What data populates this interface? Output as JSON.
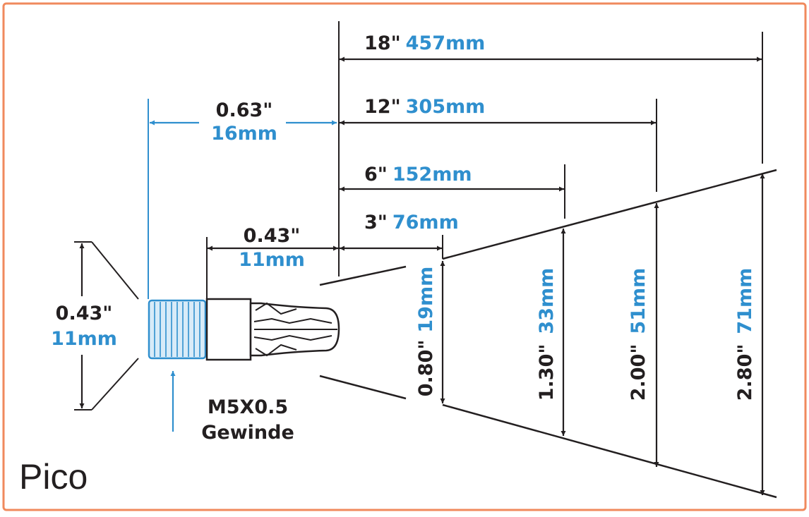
{
  "colors": {
    "frame": "#f08a5d",
    "ink": "#231f20",
    "blue": "#2f8fce",
    "nozzle_fill": "#ffffff",
    "thread_fill": "#d8ebf8"
  },
  "title": "Pico",
  "thread": {
    "line1": "M5X0.5",
    "line2": "Gewinde"
  },
  "dims": {
    "d_457": {
      "in": "18\"",
      "mm": "457mm"
    },
    "d_305": {
      "in": "12\"",
      "mm": "305mm"
    },
    "d_152": {
      "in": "6\"",
      "mm": "152mm"
    },
    "d_76": {
      "in": "3\"",
      "mm": "76mm"
    },
    "d_16": {
      "in": "0.63\"",
      "mm": "16mm"
    },
    "d_11h": {
      "in": "0.43\"",
      "mm": "11mm"
    },
    "d_11v": {
      "in": "0.43\"",
      "mm": "11mm"
    },
    "w_19": {
      "in": "0.80\"",
      "mm": "19mm"
    },
    "w_33": {
      "in": "1.30\"",
      "mm": "33mm"
    },
    "w_51": {
      "in": "2.00\"",
      "mm": "51mm"
    },
    "w_71": {
      "in": "2.80\"",
      "mm": "71mm"
    }
  }
}
